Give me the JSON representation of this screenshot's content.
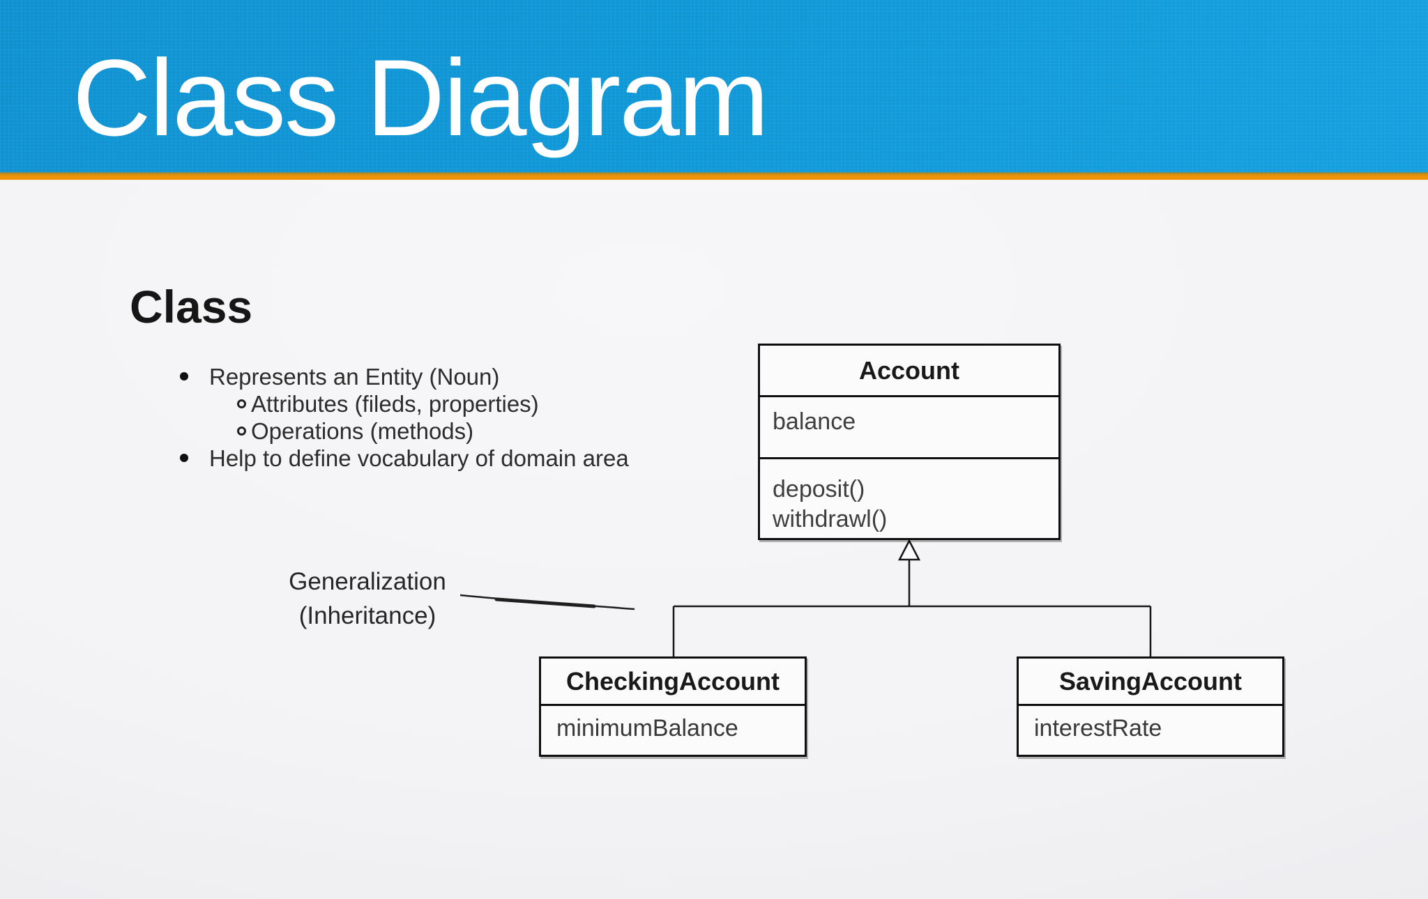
{
  "slide": {
    "title": "Class Diagram"
  },
  "section": {
    "heading": "Class"
  },
  "bullets": {
    "items": [
      {
        "level": 1,
        "text": "Represents an Entity (Noun)"
      },
      {
        "level": 2,
        "text": "Attributes (fileds, properties)"
      },
      {
        "level": 2,
        "text": "Operations (methods)"
      },
      {
        "level": 1,
        "text": "Help to define vocabulary of domain area"
      }
    ]
  },
  "annotation": {
    "label_line1": "Generalization",
    "label_line2": "(Inheritance)"
  },
  "uml": {
    "parent": {
      "name": "Account",
      "attributes": [
        "balance"
      ],
      "operations": [
        "deposit()",
        "withdrawl()"
      ]
    },
    "children": [
      {
        "name": "CheckingAccount",
        "attributes": [
          "minimumBalance"
        ]
      },
      {
        "name": "SavingAccount",
        "attributes": [
          "interestRate"
        ]
      }
    ],
    "relationship": {
      "type": "generalization",
      "parent": "Account",
      "children": [
        "CheckingAccount",
        "SavingAccount"
      ]
    }
  },
  "colors": {
    "header_blue": "#0f92d2",
    "accent_orange": "#ef9309",
    "background": "#f3f3f5",
    "box_border": "#0e0e0e",
    "box_fill": "#fbfbfc"
  }
}
